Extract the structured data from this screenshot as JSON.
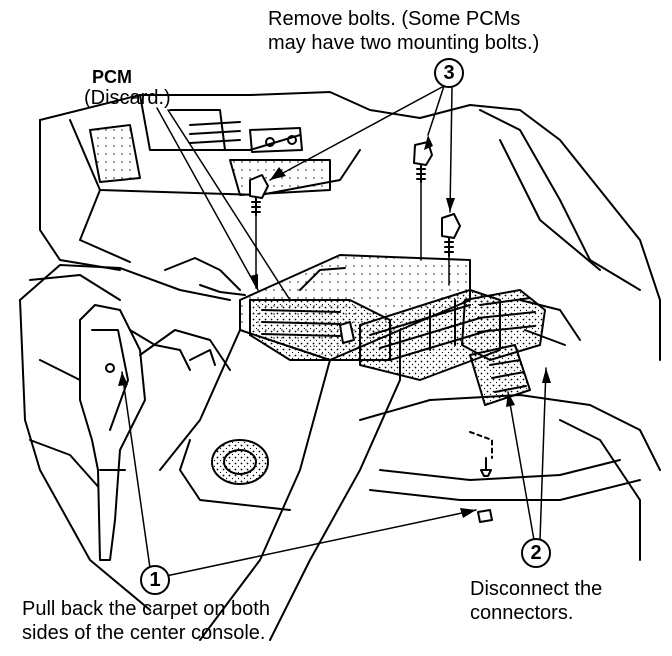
{
  "labels": {
    "remove_bolts_line1": "Remove bolts.  (Some PCMs",
    "remove_bolts_line2": "may have two mounting bolts.)",
    "pcm_title": "PCM",
    "pcm_note": "(Discard.)",
    "carpet_line1": "Pull back the carpet on both",
    "carpet_line2": "sides of the center console.",
    "connectors_line1": "Disconnect the",
    "connectors_line2": "connectors."
  },
  "callouts": {
    "step1": "1",
    "step2": "2",
    "step3": "3"
  },
  "colors": {
    "ink": "#000000",
    "paper": "#ffffff",
    "stipple": "#c8c8c8"
  }
}
